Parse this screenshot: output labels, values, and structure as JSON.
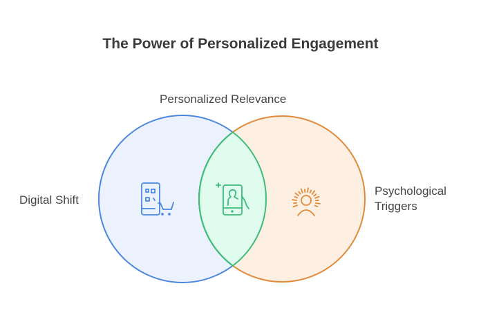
{
  "title": "The Power of Personalized Engagement",
  "sets": [
    {
      "label": "Digital Shift",
      "icon": "phone-cart-icon",
      "stroke": "#4a86e0",
      "fill": "#ebf2fe"
    },
    {
      "label": "Psychological Triggers",
      "icon": "radiant-person-icon",
      "stroke": "#e08a3a",
      "fill": "#fdf0e3"
    }
  ],
  "intersection": {
    "label": "Personalized Relevance",
    "icon": "phone-selfie-icon",
    "stroke": "#3dbb7a",
    "fill": "#e0fcee"
  }
}
